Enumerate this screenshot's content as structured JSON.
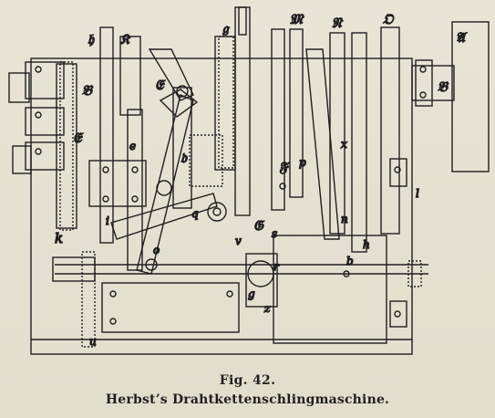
{
  "figure": {
    "number": "Fig. 42.",
    "title": "Herbst’s Drahtkettenschlingmaschine."
  },
  "labels": {
    "top_H": "𝔥",
    "top_K": "𝔎",
    "top_g": "𝔤",
    "top_M": "𝔐",
    "top_N": "𝔑",
    "top_O": "𝔒",
    "right_A": "𝔄",
    "left_B": "𝔅",
    "right_B": "𝔅",
    "left_C": "𝔈",
    "E": "𝔈",
    "e": "e",
    "d": "𝔡",
    "F": "𝔉",
    "p": "p",
    "x": "x",
    "l": "l",
    "i": "i",
    "k": "k",
    "o": "o",
    "n": "n",
    "h": "h",
    "G": "𝔊",
    "v": "v",
    "z": "z",
    "g_low": "g",
    "r": "r",
    "b": "b",
    "q": "q",
    "s": "s",
    "u": "u"
  }
}
